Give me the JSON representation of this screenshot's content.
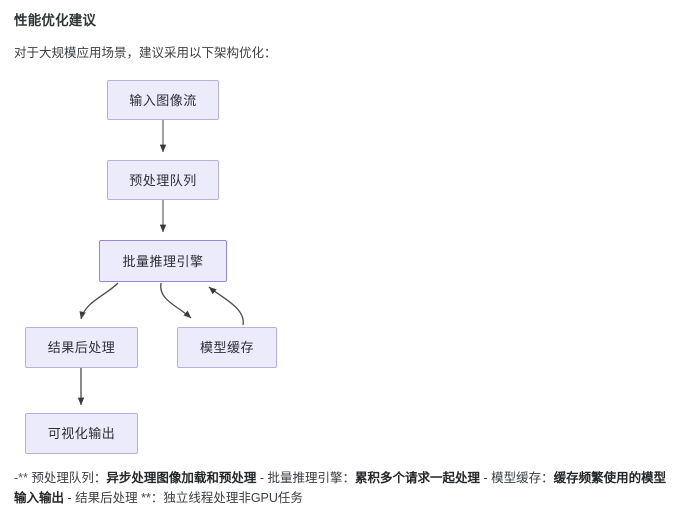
{
  "header": {
    "title": "性能优化建议",
    "intro": "对于大规模应用场景，建议采用以下架构优化："
  },
  "flowchart": {
    "type": "flowchart",
    "direction": "top-down",
    "accent_color": "#9a86d8",
    "node_fill": "#ecebfb",
    "node_border": "#b9aee2",
    "edge_color": "#4a4a4a",
    "nodes": [
      {
        "id": "input",
        "label": "输入图像流"
      },
      {
        "id": "queue",
        "label": "预处理队列"
      },
      {
        "id": "engine",
        "label": "批量推理引擎"
      },
      {
        "id": "postproc",
        "label": "结果后处理"
      },
      {
        "id": "cache",
        "label": "模型缓存"
      },
      {
        "id": "visualize",
        "label": "可视化输出"
      }
    ],
    "edges": [
      {
        "from": "input",
        "to": "queue",
        "style": "straight"
      },
      {
        "from": "queue",
        "to": "engine",
        "style": "straight"
      },
      {
        "from": "engine",
        "to": "postproc",
        "style": "curved"
      },
      {
        "from": "engine",
        "to": "cache",
        "style": "curved"
      },
      {
        "from": "cache",
        "to": "engine",
        "style": "curved"
      },
      {
        "from": "postproc",
        "to": "visualize",
        "style": "straight"
      }
    ]
  },
  "footer": {
    "prefix": "-** ",
    "segments": [
      {
        "text": "预处理队列：",
        "bold": false
      },
      {
        "text": "异步处理图像加载和预处理",
        "bold": true
      },
      {
        "text": " - 批量推理引擎：",
        "bold": false
      },
      {
        "text": "累积多个请求一起处理",
        "bold": true
      },
      {
        "text": " - 模型缓存：",
        "bold": false
      },
      {
        "text": "缓存频繁使用的模型输入输出",
        "bold": true
      },
      {
        "text": " - 结果后处理 **：独立线程处理非GPU任务",
        "bold": false
      }
    ],
    "full_text": "-** 预处理队列：异步处理图像加载和预处理 - 批量推理引擎：累积多个请求一起处理 - 模型缓存：缓存频繁使用的模型输入输出 - 结果后处理 **：独立线程处理非GPU任务"
  }
}
